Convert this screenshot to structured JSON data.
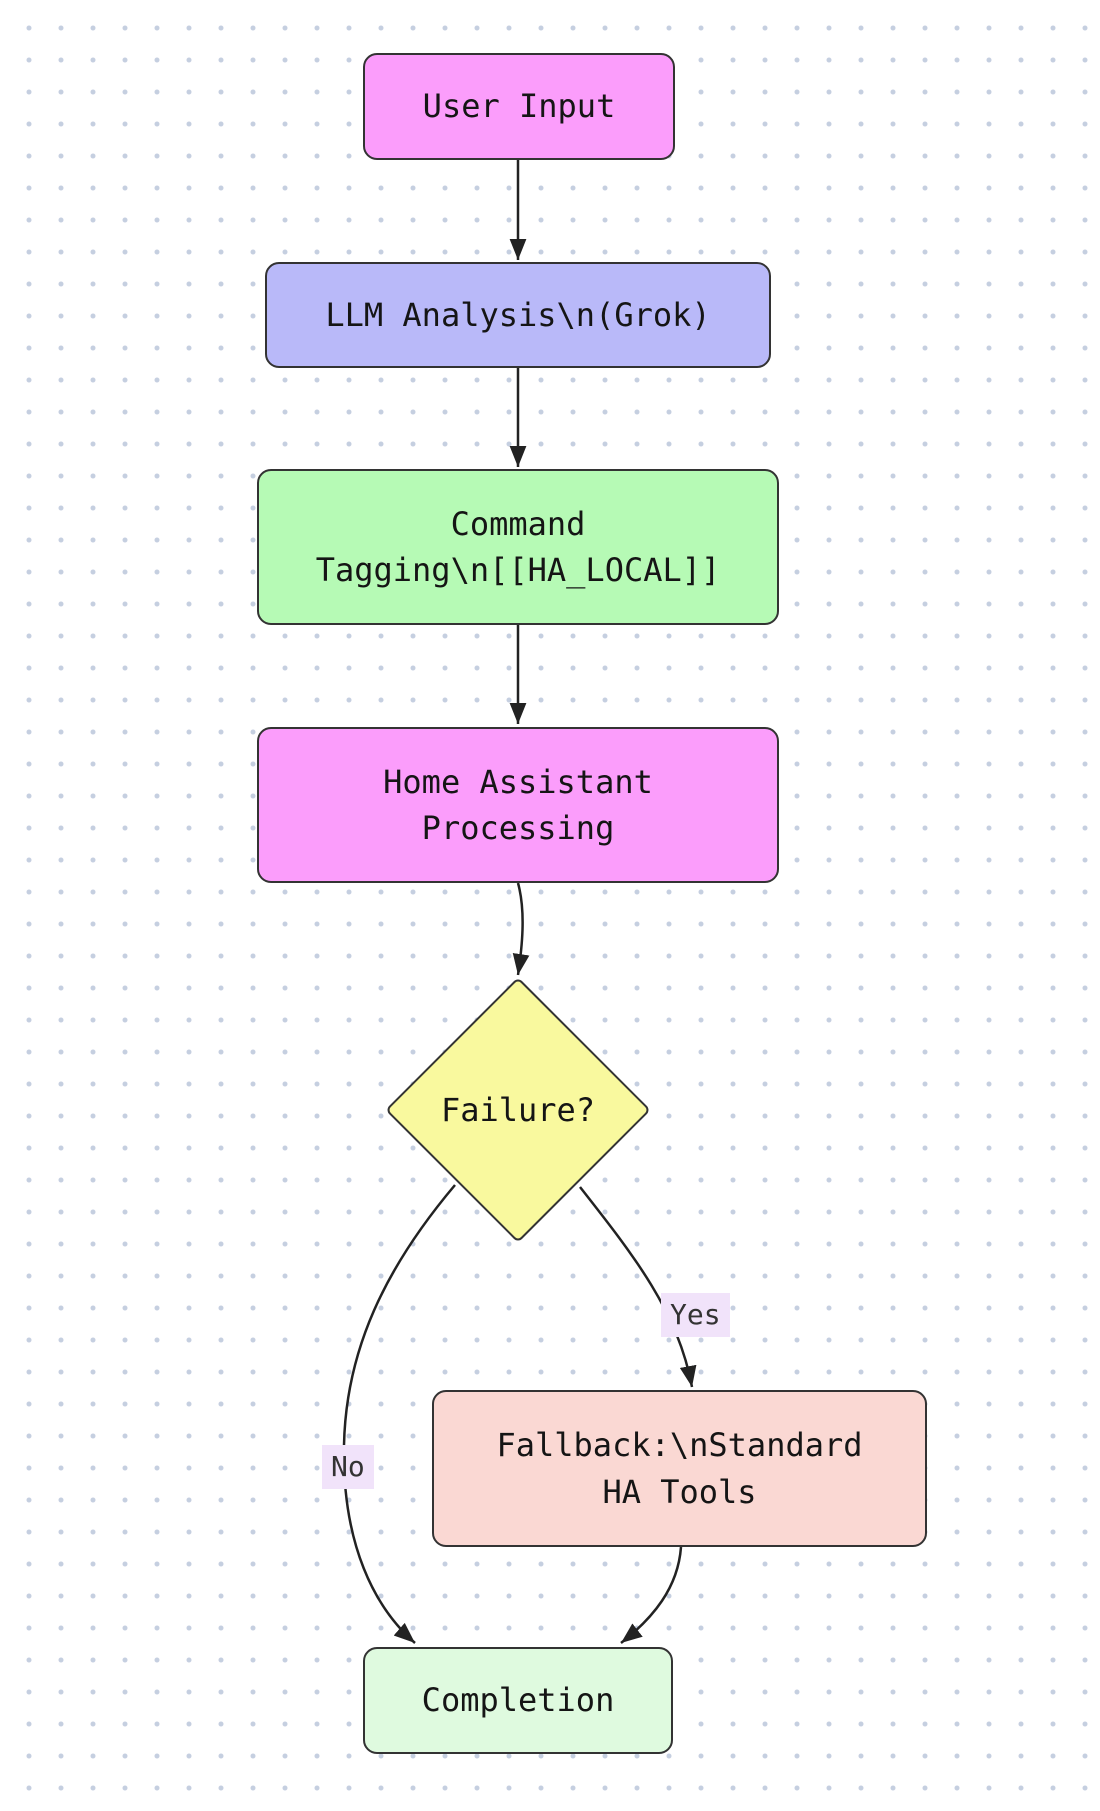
{
  "diagram": {
    "type": "flowchart",
    "direction": "top-down",
    "colors": {
      "background": "#ffffff",
      "grid_dot": "#c5cfe0",
      "edge": "#222222",
      "node_border": "#333333",
      "node_text": "#151515",
      "edge_label_bg": "#f1e3fa"
    },
    "nodes": [
      {
        "id": "user-input",
        "shape": "rounded-rect",
        "fill": "#fb9dfb",
        "lines": [
          "User Input"
        ]
      },
      {
        "id": "llm-analysis",
        "shape": "rounded-rect",
        "fill": "#b9b9f9",
        "lines": [
          "LLM Analysis\\n(Grok)"
        ]
      },
      {
        "id": "command-tagging",
        "shape": "rounded-rect",
        "fill": "#b6fab5",
        "lines": [
          "Command",
          "Tagging\\n[[HA_LOCAL]]"
        ]
      },
      {
        "id": "ha-processing",
        "shape": "rounded-rect",
        "fill": "#fb9dfb",
        "lines": [
          "Home Assistant",
          "Processing"
        ]
      },
      {
        "id": "failure-decision",
        "shape": "diamond",
        "fill": "#f9f99e",
        "lines": [
          "Failure?"
        ]
      },
      {
        "id": "fallback-tools",
        "shape": "rounded-rect",
        "fill": "#fad8d3",
        "lines": [
          "Fallback:\\nStandard",
          "HA Tools"
        ]
      },
      {
        "id": "completion",
        "shape": "rounded-rect",
        "fill": "#dffadf",
        "lines": [
          "Completion"
        ]
      }
    ],
    "edges": [
      {
        "from": "user-input",
        "to": "llm-analysis",
        "label": ""
      },
      {
        "from": "llm-analysis",
        "to": "command-tagging",
        "label": ""
      },
      {
        "from": "command-tagging",
        "to": "ha-processing",
        "label": ""
      },
      {
        "from": "ha-processing",
        "to": "failure-decision",
        "label": ""
      },
      {
        "from": "failure-decision",
        "to": "fallback-tools",
        "label": "Yes"
      },
      {
        "from": "failure-decision",
        "to": "completion",
        "label": "No"
      },
      {
        "from": "fallback-tools",
        "to": "completion",
        "label": ""
      }
    ]
  }
}
